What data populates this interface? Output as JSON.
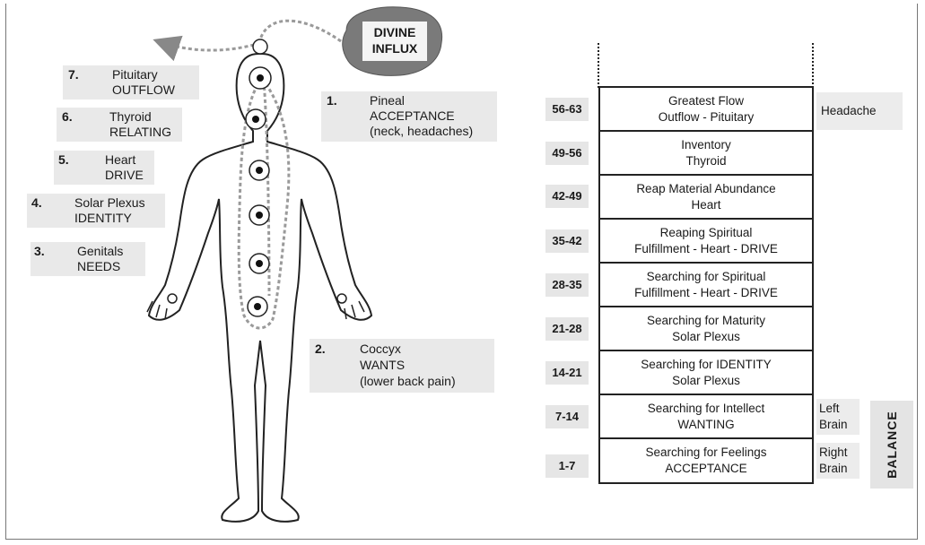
{
  "influx": {
    "line1": "DIVINE",
    "line2": "INFLUX"
  },
  "chakras_left": [
    {
      "num": "7.",
      "name": "Pituitary",
      "role": "OUTFLOW"
    },
    {
      "num": "6.",
      "name": "Thyroid",
      "role": "RELATING"
    },
    {
      "num": "5.",
      "name": "Heart",
      "role": "DRIVE"
    },
    {
      "num": "4.",
      "name": "Solar Plexus",
      "role": "IDENTITY"
    },
    {
      "num": "3.",
      "name": "Genitals",
      "role": "NEEDS"
    }
  ],
  "chakras_right": [
    {
      "num": "1.",
      "name": "Pineal",
      "role": "ACCEPTANCE",
      "note": "(neck, headaches)"
    },
    {
      "num": "2.",
      "name": "Coccyx",
      "role": "WANTS",
      "note": "(lower back pain)"
    }
  ],
  "stages": [
    {
      "age": "56-63",
      "line1": "Greatest Flow",
      "line2": "Outflow - Pituitary"
    },
    {
      "age": "49-56",
      "line1": "Inventory",
      "line2": "Thyroid"
    },
    {
      "age": "42-49",
      "line1": "Reap Material Abundance",
      "line2": "Heart"
    },
    {
      "age": "35-42",
      "line1": "Reaping Spiritual",
      "line2": "Fulfillment - Heart - DRIVE"
    },
    {
      "age": "28-35",
      "line1": "Searching for Spiritual",
      "line2": "Fulfillment - Heart - DRIVE"
    },
    {
      "age": "21-28",
      "line1": "Searching for Maturity",
      "line2": "Solar Plexus"
    },
    {
      "age": "14-21",
      "line1": "Searching for IDENTITY",
      "line2": "Solar Plexus"
    },
    {
      "age": "7-14",
      "line1": "Searching for Intellect",
      "line2": "WANTING"
    },
    {
      "age": "1-7",
      "line1": "Searching for Feelings",
      "line2": "ACCEPTANCE"
    }
  ],
  "side_notes": {
    "headache": "Headache",
    "left": "Left",
    "left_brain": "Brain",
    "right": "Right",
    "right_brain": "Brain",
    "balance": "BALANCE"
  },
  "colors": {
    "label_bg": "#e9e9e9",
    "influx_cloud": "#7a7a7a",
    "flow_line": "#9a9a9a"
  }
}
